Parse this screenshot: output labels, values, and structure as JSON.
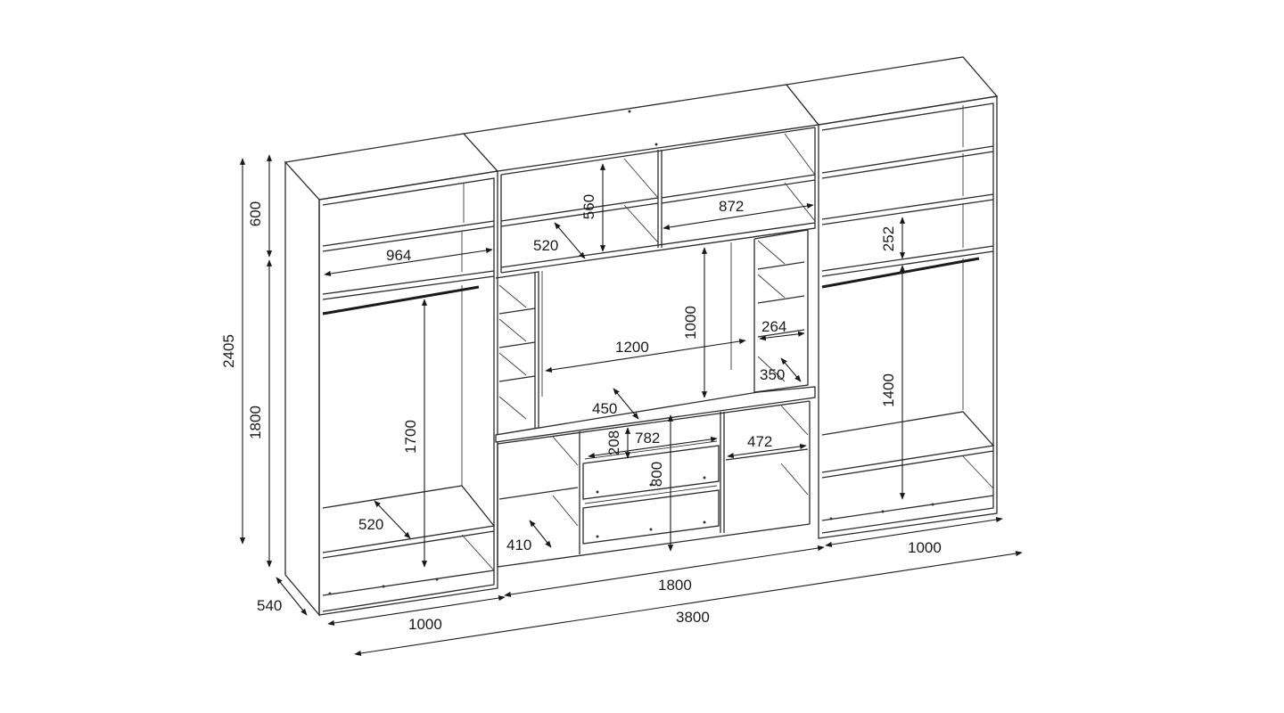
{
  "dimensions": {
    "total_width": "3800",
    "total_height": "2405",
    "depth": "540",
    "upper_height": "600",
    "lower_height": "1800",
    "left_wardrobe_width": "1000",
    "right_wardrobe_width": "1000",
    "middle_section_width": "1800",
    "left_top_shelf_width": "964",
    "left_hanging_height": "1700",
    "left_bottom_depth": "520",
    "top_compartment_depth": "520",
    "top_compartment_height": "560",
    "top_right_shelf_width": "872",
    "tv_niche_width": "1200",
    "tv_niche_height": "1000",
    "small_shelf_width": "264",
    "small_shelf_depth": "350",
    "tv_shelf_depth": "450",
    "drawer_height": "208",
    "drawer_width": "782",
    "drawer_unit_height": "800",
    "right_shelf_width": "472",
    "bottom_shelf_depth": "410",
    "right_top_shelf_height": "252",
    "right_hanging_height": "1400"
  }
}
